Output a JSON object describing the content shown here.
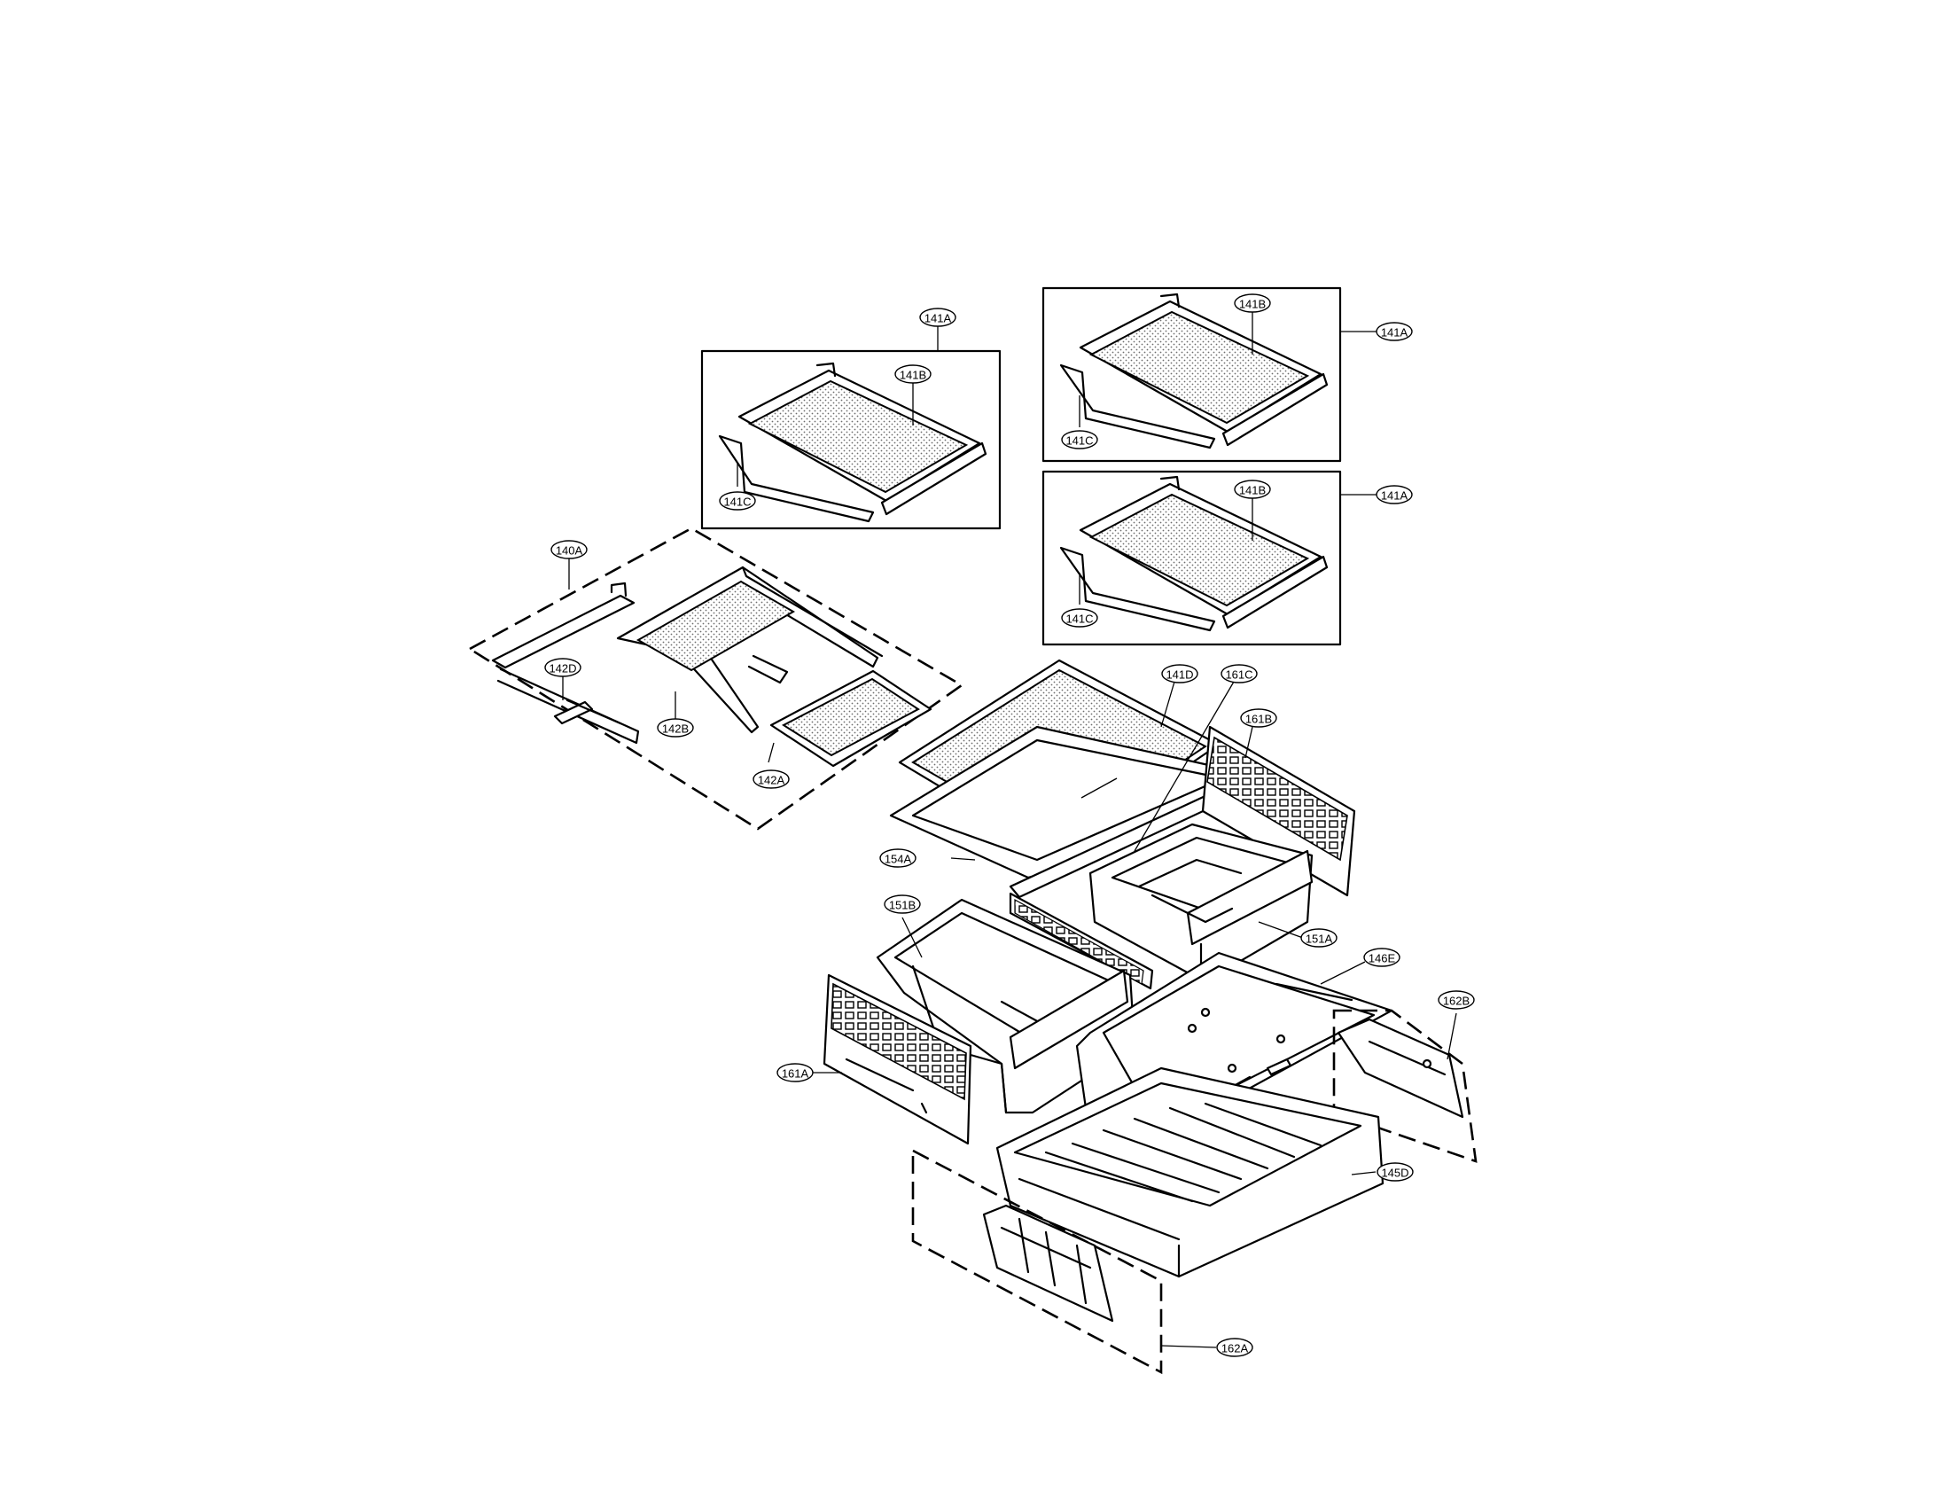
{
  "diagram": {
    "type": "exploded-parts-view",
    "labels": {
      "l_141A_a": "141A",
      "l_141B_a": "141B",
      "l_141C_a": "141C",
      "l_141A_b": "141A",
      "l_141B_b": "141B",
      "l_141C_b": "141C",
      "l_141A_c": "141A",
      "l_141B_c": "141B",
      "l_141C_c": "141C",
      "l_140A": "140A",
      "l_142D": "142D",
      "l_142B": "142B",
      "l_142A": "142A",
      "l_141D": "141D",
      "l_161C": "161C",
      "l_161B": "161B",
      "l_154A": "154A",
      "l_151B": "151B",
      "l_151A": "151A",
      "l_146E": "146E",
      "l_162B": "162B",
      "l_161A": "161A",
      "l_145D": "145D",
      "l_162A": "162A"
    }
  }
}
